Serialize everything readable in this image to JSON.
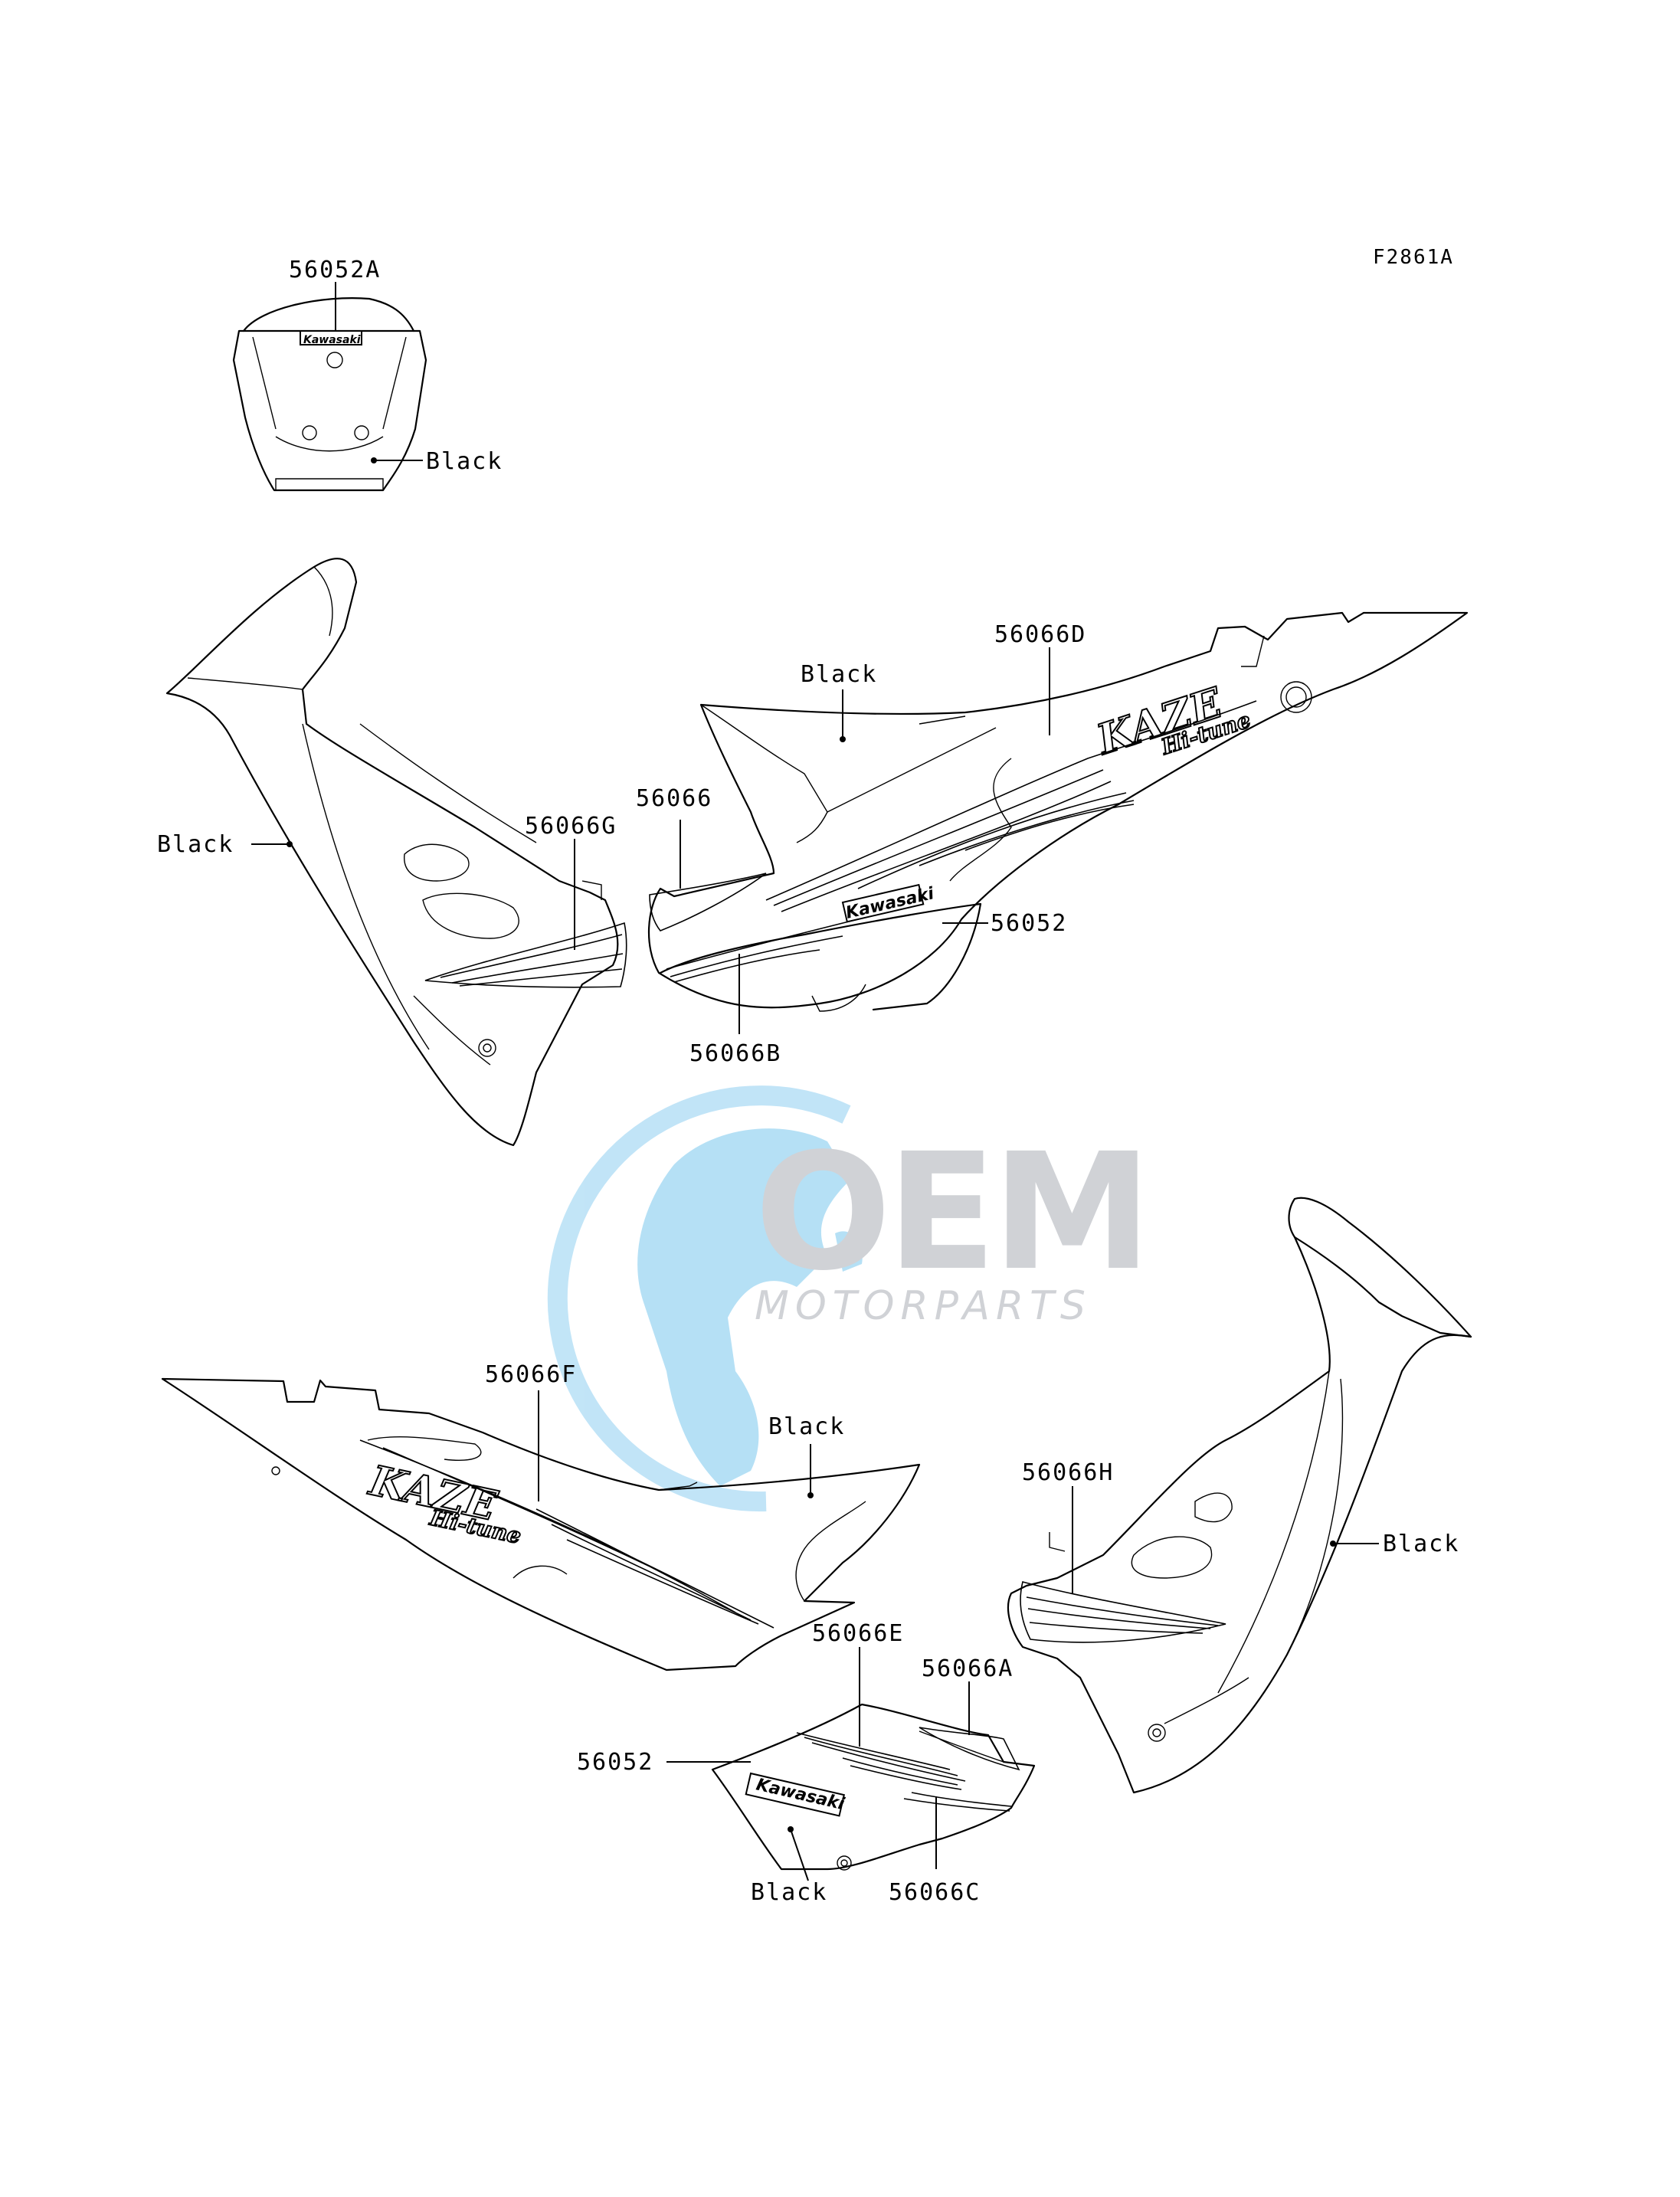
{
  "figure_id": "F2861A",
  "labels": {
    "rear_cover_part": "56052A",
    "rear_cover_color": "Black",
    "left_front_color": "Black",
    "left_front_stripe": "56066G",
    "left_side_color": "Black",
    "left_side_stripe_d": "56066D",
    "left_side_stripe": "56066",
    "left_lower_emblem": "56052",
    "left_lower_stripe": "56066B",
    "right_side_stripe_f": "56066F",
    "right_side_color": "Black",
    "right_front_stripe": "56066H",
    "right_front_color": "Black",
    "right_lower_stripe_e": "56066E",
    "right_lower_stripe_a": "56066A",
    "right_lower_emblem": "56052",
    "right_lower_color": "Black",
    "right_lower_stripe_c": "56066C"
  },
  "decals": {
    "brand": "Kawasaki",
    "model_logo_top": "KAZE",
    "model_logo_bottom": "Hi-tune"
  },
  "watermark": {
    "brand": "OEM",
    "tagline": "MOTORPARTS",
    "colors": {
      "globe": "#9fd3f2",
      "text": "#c8cbd0"
    }
  }
}
